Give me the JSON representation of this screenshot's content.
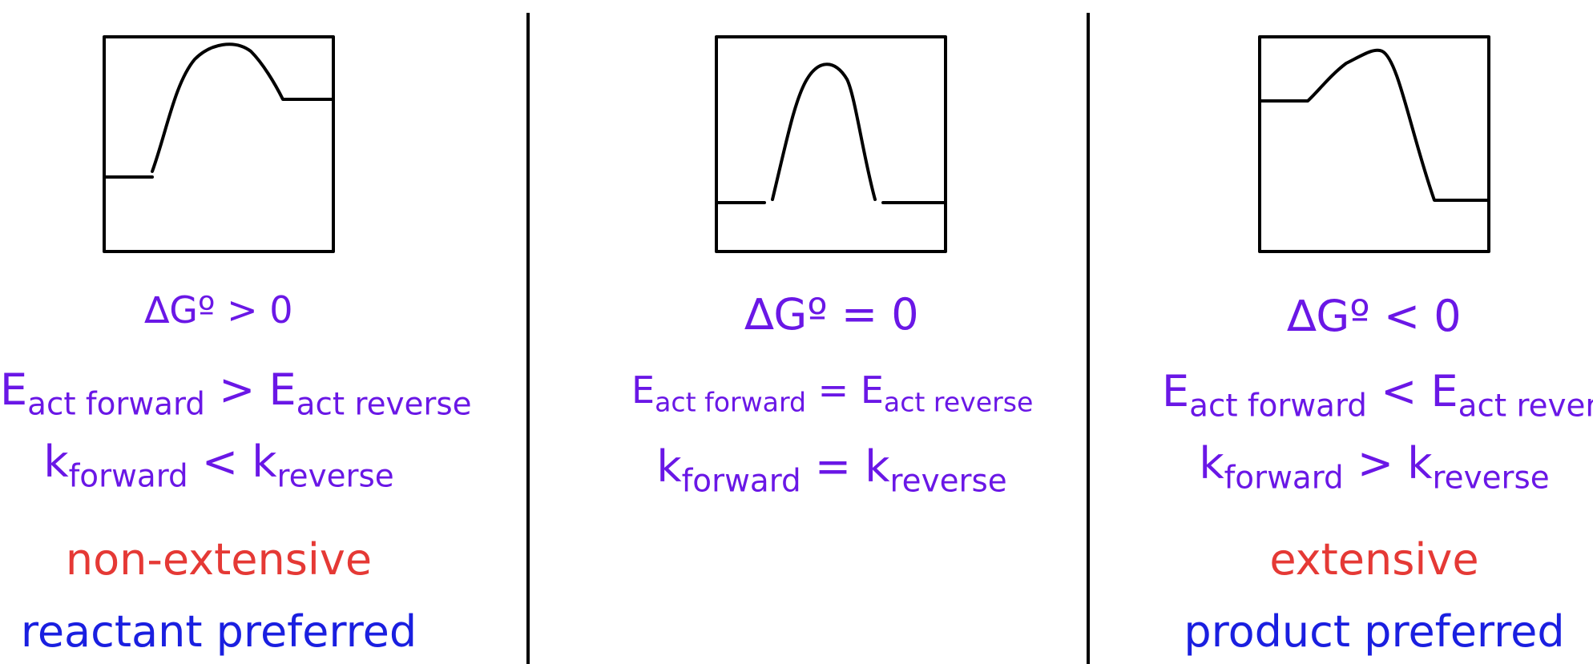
{
  "panels": [
    {
      "delta_g": "∆Gº > 0",
      "e_act": {
        "e1": "E",
        "s1": "act forward",
        "op": " > ",
        "e2": "E",
        "s2": "act reverse"
      },
      "k": {
        "k1": "k",
        "s1": "forward",
        "op": " < ",
        "k2": "k",
        "s2": "reverse"
      },
      "extent": "non-extensive",
      "preference": "reactant preferred"
    },
    {
      "delta_g": "∆Gº = 0",
      "e_act": {
        "e1": "E",
        "s1": "act forward",
        "op": " = ",
        "e2": "E",
        "s2": "act reverse"
      },
      "k": {
        "k1": "k",
        "s1": "forward",
        "op": " = ",
        "k2": "k",
        "s2": "reverse"
      }
    },
    {
      "delta_g": "∆Gº < 0",
      "e_act": {
        "e1": "E",
        "s1": "act forward",
        "op": " < ",
        "e2": "E",
        "s2": "act reverse"
      },
      "k": {
        "k1": "k",
        "s1": "forward",
        "op": " > ",
        "k2": "k",
        "s2": "reverse"
      },
      "extent": "extensive",
      "preference": "product preferred"
    }
  ],
  "colors": {
    "formula": "#6a17e6",
    "extent": "#e53935",
    "preference": "#1a1fe0"
  }
}
